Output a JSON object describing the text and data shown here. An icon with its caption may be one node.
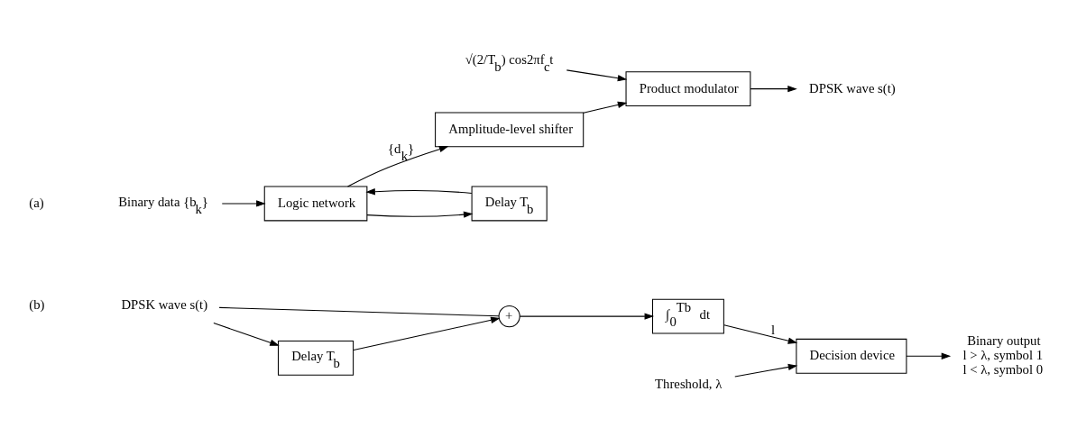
{
  "diagram": {
    "nodes": [
      {
        "text": [
          "Binary data {b$_{k}$}"
        ]
      },
      {
        "text": [
          "Logic network"
        ]
      },
      {
        "text": [
          "Amplitude-level shifter"
        ]
      },
      {
        "text": [
          "Product modulator"
        ]
      },
      {
        "text": [
          "DPSK wave s(t)"
        ]
      },
      {
        "text": [
          "Delay T$_{b}$"
        ]
      },
      {
        "text": [
          "√(2/T$_{b}$) cos2πf$_{c}$t"
        ]
      },
      {
        "text": [
          "DPSK wave s(t)"
        ]
      },
      {
        "text": [
          "+"
        ]
      },
      {
        "text": [
          "∫$_{0}$$^{Tb}$ dt"
        ]
      },
      {
        "text": [
          "Decision device"
        ]
      },
      {
        "text": [
          "Binary output"
        ],
        "beside": [
          "l > λ, symbol 1",
          "l < λ, symbol 0"
        ]
      },
      {
        "text": [
          "Delay T$_{b}$"
        ]
      },
      {
        "text": [
          "Threshold, λ"
        ]
      }
    ],
    "edges": [
      {
        "from": 0,
        "to": 1,
        "arrow": "to"
      },
      {
        "from": 1,
        "to": 2,
        "arrow": "to",
        "label": "{d$_{k}$}"
      },
      {
        "from": 2,
        "to": 3,
        "arrow": "to"
      },
      {
        "from": 3,
        "to": 4,
        "arrow": "to"
      },
      {
        "from": 1,
        "to": 5,
        "arrow": "to"
      },
      {
        "from": 5,
        "to": 1,
        "arrow": "to"
      },
      {
        "from": 6,
        "to": 3,
        "arrow": "to"
      },
      {
        "from": 7,
        "to": 8,
        "arrow": "none"
      },
      {
        "from": 7,
        "to": 12,
        "arrow": "to"
      },
      {
        "from": 12,
        "to": 8,
        "arrow": "to"
      },
      {
        "from": 8,
        "to": 9,
        "arrow": "to"
      },
      {
        "from": 9,
        "to": 10,
        "arrow": "to",
        "label": "l"
      },
      {
        "from": 10,
        "to": 11,
        "arrow": "to"
      },
      {
        "from": 13,
        "to": 10,
        "arrow": "to"
      }
    ],
    "labels": [
      "(a)",
      "(b)"
    ]
  }
}
